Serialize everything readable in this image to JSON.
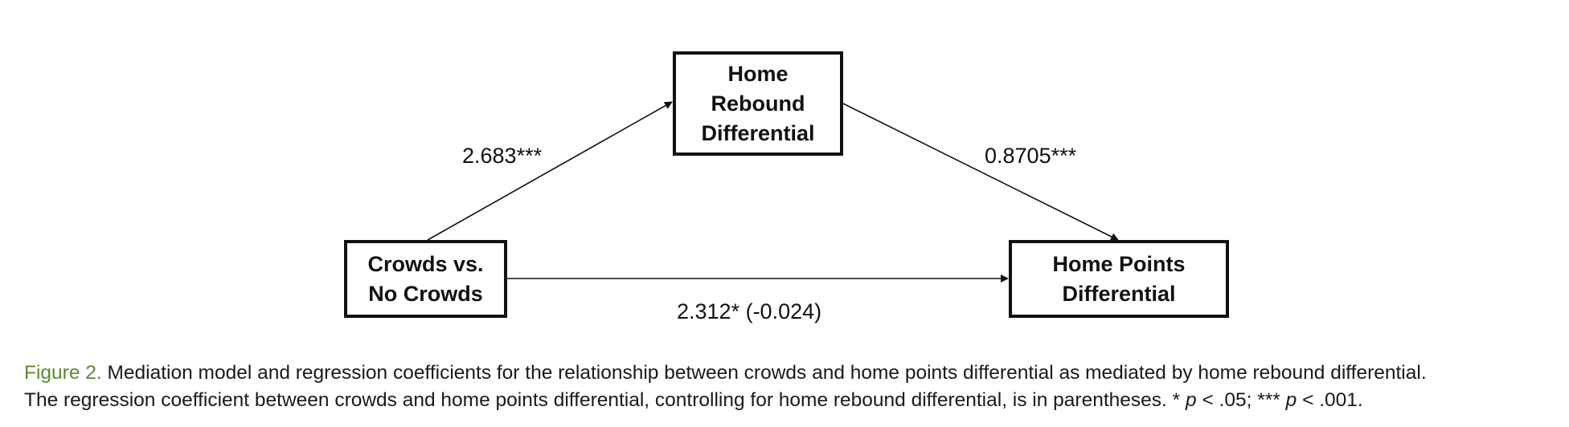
{
  "diagram": {
    "nodes": {
      "mediator": "Home\nRebound\nDifferential",
      "x": "Crowds vs.\nNo Crowds",
      "y": "Home Points\nDifferential"
    },
    "paths": {
      "a": "2.683***",
      "b": "0.8705***",
      "c": "2.312* (-0.024)"
    }
  },
  "caption": {
    "label": "Figure 2.",
    "line1_text": " Mediation model and regression coefficients for the relationship between crowds and home points differential as mediated by home rebound differential.",
    "line2_text": "The regression coefficient between crowds and home points differential, controlling for home rebound differential, is in parentheses. * ",
    "p1": "p",
    "sig1": " < .05; *** ",
    "p2": "p",
    "sig2": " < .001."
  },
  "colors": {
    "caption_label": "#5a8a32",
    "stroke": "#111111"
  }
}
